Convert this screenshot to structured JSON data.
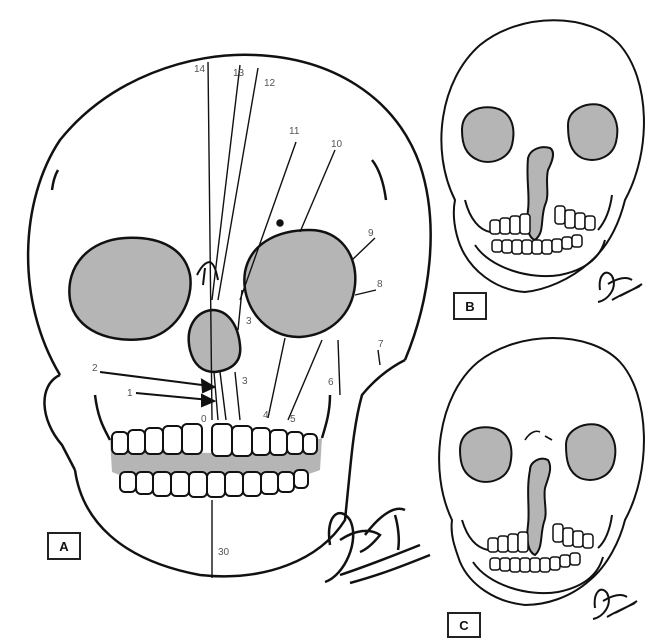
{
  "panels": [
    {
      "id": "A",
      "label": "A"
    },
    {
      "id": "B",
      "label": "B"
    },
    {
      "id": "C",
      "label": "C"
    }
  ],
  "regions": [
    {
      "id": "14",
      "label": "14"
    },
    {
      "id": "13",
      "label": "13"
    },
    {
      "id": "12",
      "label": "12"
    },
    {
      "id": "11",
      "label": "11"
    },
    {
      "id": "10",
      "label": "10"
    },
    {
      "id": "9",
      "label": "9"
    },
    {
      "id": "8",
      "label": "8"
    },
    {
      "id": "7",
      "label": "7"
    },
    {
      "id": "6",
      "label": "6"
    },
    {
      "id": "5",
      "label": "5"
    },
    {
      "id": "4",
      "label": "4"
    },
    {
      "id": "3a",
      "label": "3"
    },
    {
      "id": "3b",
      "label": "3"
    },
    {
      "id": "2",
      "label": "2"
    },
    {
      "id": "1",
      "label": "1"
    },
    {
      "id": "0",
      "label": "0"
    },
    {
      "id": "30",
      "label": "30"
    }
  ],
  "colors": {
    "line": "#111111",
    "fill": "#b5b5b5",
    "label": "#555555",
    "background": "#ffffff"
  }
}
